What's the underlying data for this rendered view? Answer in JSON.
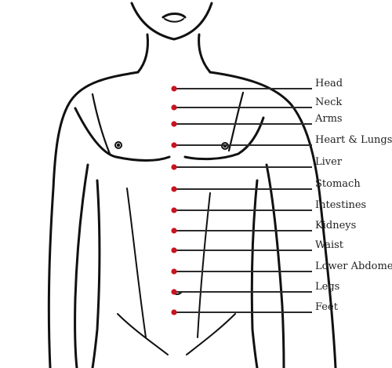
{
  "colors": {
    "point": "#c8141e",
    "line": "#2b2b2b",
    "outline": "#111111",
    "background": "#ffffff"
  },
  "points": [
    {
      "label": "Head"
    },
    {
      "label": "Neck"
    },
    {
      "label": "Arms"
    },
    {
      "label": "Heart & Lungs"
    },
    {
      "label": "Liver"
    },
    {
      "label": "Stomach"
    },
    {
      "label": "Intestines"
    },
    {
      "label": "Kidneys"
    },
    {
      "label": "Waist"
    },
    {
      "label": "Lower Abdomen"
    },
    {
      "label": "Legs"
    },
    {
      "label": "Feet"
    }
  ]
}
